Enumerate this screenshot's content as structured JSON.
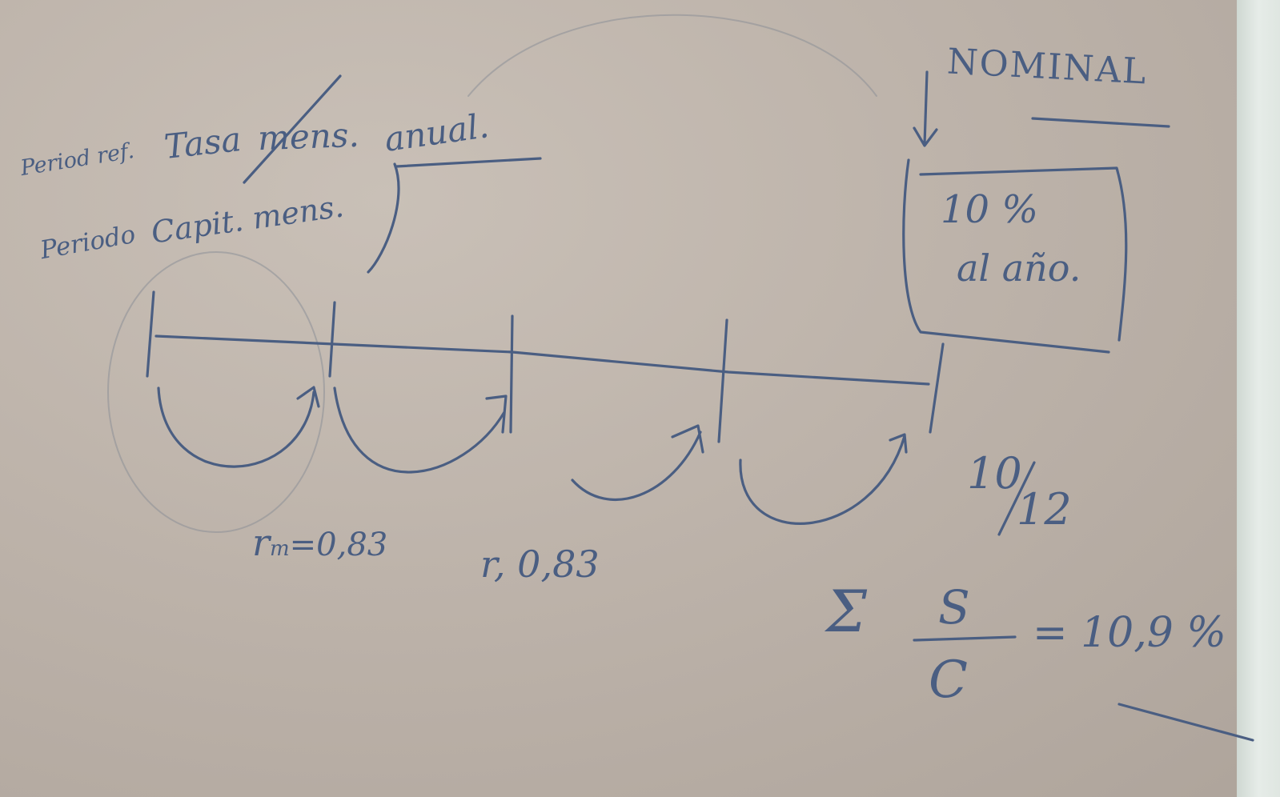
{
  "annotations": {
    "period_ref": "Period ref.",
    "tasa": "Tasa",
    "mens": "mens.",
    "anual": "anual.",
    "periodo": "Periodo",
    "capit_mens": "Capit. mens.",
    "nominal": "NOMINAL"
  },
  "box": {
    "line1": "10 %",
    "line2": "al año."
  },
  "rates": {
    "first": "r",
    "first_sub": "m",
    "first_value": "=0,83",
    "second": "r, 0,83"
  },
  "fraction": {
    "numerator": "10",
    "denominator": "12"
  },
  "formula": {
    "sigma": "Σ",
    "numerator": "S",
    "denominator": "C",
    "result": "= 10,9 %"
  },
  "colors": {
    "board": "#b7aea5",
    "ink": "#4a5e82"
  }
}
